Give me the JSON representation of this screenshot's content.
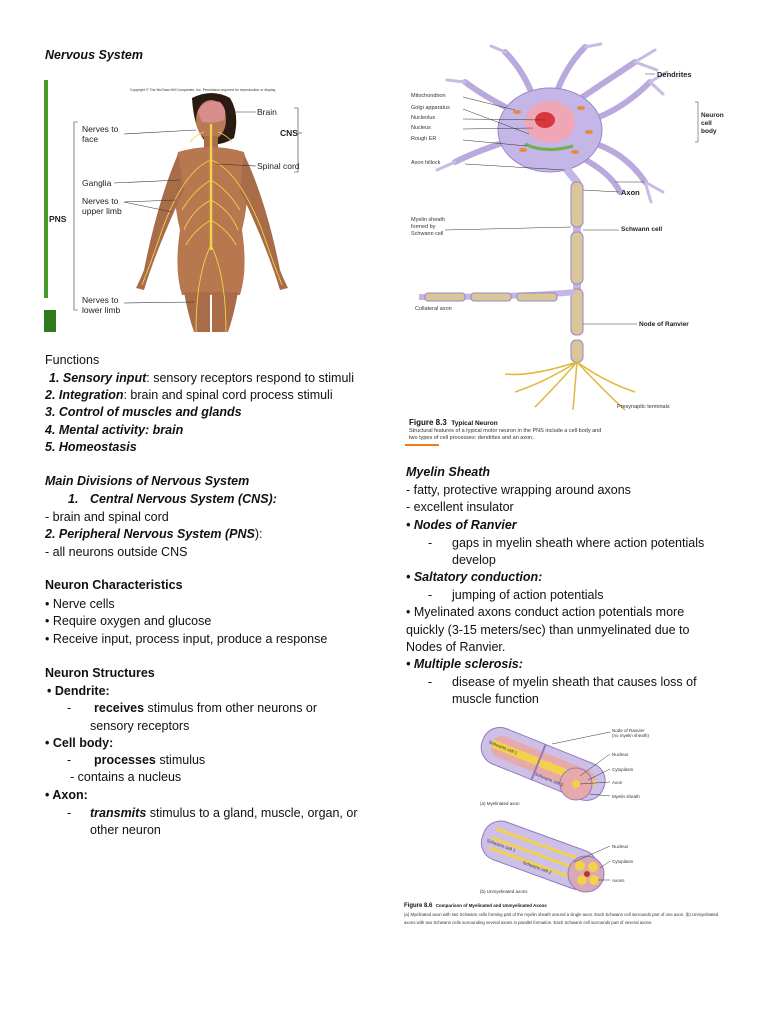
{
  "left": {
    "title": "Nervous System",
    "figure": {
      "copyright": "Copyright © The McGraw-Hill Companies, Inc. Permission required for reproduction or display.",
      "labels": {
        "brain": "Brain",
        "nerves_face_1": "Nerves to",
        "nerves_face_2": "face",
        "cns": "CNS",
        "spinal_cord": "Spinal cord",
        "ganglia": "Ganglia",
        "nerves_upper_1": "Nerves to",
        "nerves_upper_2": "upper limb",
        "pns": "PNS",
        "nerves_lower_1": "Nerves to",
        "nerves_lower_2": "lower limb"
      }
    },
    "functions": {
      "heading": "Functions",
      "items": [
        {
          "term": "1. Sensory input",
          "rest": ": sensory receptors respond to stimuli"
        },
        {
          "term": "2. Integration",
          "rest": ": brain and spinal cord process stimuli"
        },
        {
          "term": "3. Control of muscles and glands",
          "rest": ""
        },
        {
          "term": "4. Mental activity: brain",
          "rest": ""
        },
        {
          "term": "5. Homeostasis",
          "rest": ""
        }
      ]
    },
    "divisions": {
      "heading": "Main Divisions of Nervous System",
      "cns_num": "1.",
      "cns": "Central Nervous System (CNS):",
      "cns_desc": "-  brain and spinal cord",
      "pns": "2. Peripheral Nervous System (PNS",
      "pns_tail": "):",
      "pns_desc": "- all neurons outside CNS"
    },
    "characteristics": {
      "heading": "Neuron Characteristics",
      "items": [
        "• Nerve cells",
        "• Require oxygen and glucose",
        "• Receive input, process input, produce a response"
      ]
    },
    "structures": {
      "heading": "Neuron Structures",
      "dendrite": "• Dendrite:",
      "dendrite_dash": "-",
      "dendrite_term": "receives",
      "dendrite_rest": " stimulus from other neurons or",
      "dendrite_rest2": "sensory receptors",
      "cellbody": "• Cell body:",
      "cellbody_dash": "-",
      "cellbody_term": "processes",
      "cellbody_rest": " stimulus",
      "cellbody_line2": "- contains a nucleus",
      "axon": "• Axon:",
      "axon_dash": "-",
      "axon_term": "transmits",
      "axon_rest": " stimulus to a gland, muscle, organ, or",
      "axon_rest2": "other neuron"
    }
  },
  "right": {
    "neuron_figure": {
      "labels": {
        "dendrites": "Dendrites",
        "mitochondrion": "Mitochondrion",
        "golgi": "Golgi apparatus",
        "nucleolus": "Nucleolus",
        "nucleus": "Nucleus",
        "rough_er": "Rough ER",
        "axon_hillock": "Axon hillock",
        "neuron_cell_body_1": "Neuron",
        "neuron_cell_body_2": "cell",
        "neuron_cell_body_3": "body",
        "axon": "Axon",
        "myelin_1": "Myelin sheath",
        "myelin_2": "formed by",
        "myelin_3": "Schwann cell",
        "schwann": "Schwann cell",
        "collateral": "Collateral axon",
        "node": "Node of Ranvier",
        "presynaptic": "Presynaptic terminals"
      },
      "caption_num": "Figure 8.3",
      "caption_title": "Typical Neuron",
      "caption_text_1": "Structural features of a typical motor neuron in the PNS include a cell body and",
      "caption_text_2": "two types of cell processes: dendrites and an axon."
    },
    "myelin": {
      "heading": "Myelin Sheath",
      "line1": "- fatty, protective wrapping around axons",
      "line2": " - excellent insulator",
      "nodes": "• Nodes of Ranvier",
      "nodes_dash": "-",
      "nodes_desc1": "gaps in myelin sheath where action potentials",
      "nodes_desc2": "develop",
      "saltatory": "• Saltatory conduction:",
      "saltatory_dash": "-",
      "saltatory_desc": "jumping of action potentials",
      "myelinated_1": "• Myelinated axons conduct action potentials more",
      "myelinated_2": "quickly (3-15 meters/sec) than unmyelinated due to",
      "myelinated_3": "Nodes of Ranvier.",
      "ms": "• Multiple sclerosis:",
      "ms_dash": "-",
      "ms_desc1": "disease of myelin sheath that causes loss of",
      "ms_desc2": "muscle function"
    },
    "axon_figure": {
      "labels": {
        "node_a": "Node of Ranvier",
        "node_b": "(no myelin sheath)",
        "schwann_a": "Schwann cell 1",
        "schwann_b": "Schwann cell 2",
        "nucleus": "Nucleus",
        "cytoplasm": "Cytoplasm",
        "axon": "Axon",
        "myelin": "Myelin sheath",
        "myelinated": "(a) Myelinated axon",
        "schwann_c": "Schwann cell 1",
        "schwann_d": "Schwann cell 2",
        "nucleus2": "Nucleus",
        "cytoplasm2": "Cytoplasm",
        "axons2": "Axons",
        "unmyelinated": "(b) Unmyelinated axons"
      },
      "caption_num": "Figure 8.6",
      "caption_title": "Comparison of Myelinated and Unmyelinated Axons",
      "caption_text_1": "(a) Myelinated axon with two Schwann cells forming part of the myelin sheath around a single axon. Each Schwann cell surrounds part of one axon. (b) Unmyelinated",
      "caption_text_2": "axons with two Schwann cells surrounding several axons in parallel formation. Each Schwann cell surrounds part of several axons."
    }
  }
}
